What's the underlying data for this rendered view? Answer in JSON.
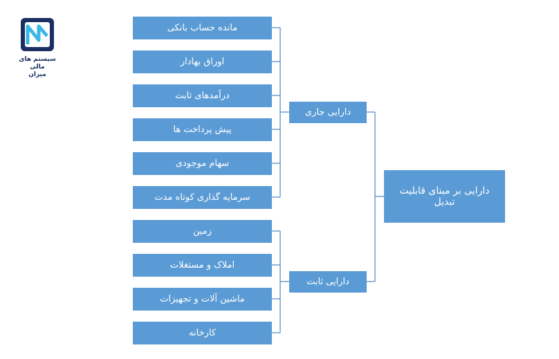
{
  "logo": {
    "line1": "سیستم های",
    "line2": "مالی",
    "line3": "میزان",
    "colors": {
      "dark": "#1b2f63",
      "light": "#39b8e6"
    }
  },
  "root": {
    "label": "دارایی بر مبنای قابلیت تبدیل"
  },
  "groups": [
    {
      "label": "دارایی جاری",
      "items": [
        "مانده حساب بانکی",
        "اوراق بهادار",
        "درآمدهای ثابت",
        "پیش پرداخت ها",
        "سهام موجودی",
        "سرمایه گذاری کوتاه مدت"
      ]
    },
    {
      "label": "دارایی ثابت",
      "items": [
        "زمین",
        "املاک و مستغلات",
        "ماشین آلات و تجهیزات",
        "کارخانه"
      ]
    }
  ],
  "colors": {
    "box": "#5b9bd5",
    "line": "#5b8fc7",
    "text": "#ffffff"
  }
}
